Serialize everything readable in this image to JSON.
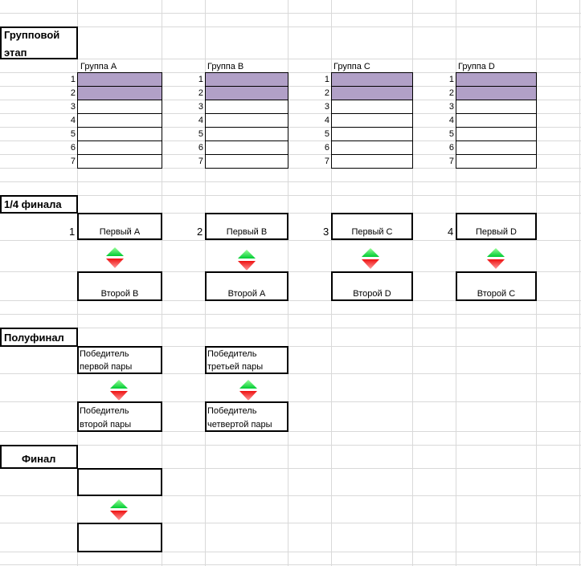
{
  "colors": {
    "highlight": "#b1a0c7",
    "arrow_up": "#00cc33",
    "arrow_down": "#ee1111",
    "gridline": "#d9d9d9"
  },
  "sections": {
    "group_stage": "Групповой этап",
    "quarterfinal": "1/4 финала",
    "semifinal": "Полуфинал",
    "final": "Финал"
  },
  "groups": [
    {
      "label": "Группа A",
      "rows": [
        "1",
        "2",
        "3",
        "4",
        "5",
        "6",
        "7"
      ],
      "highlighted": 2
    },
    {
      "label": "Группа B",
      "rows": [
        "1",
        "2",
        "3",
        "4",
        "5",
        "6",
        "7"
      ],
      "highlighted": 2
    },
    {
      "label": "Группа C",
      "rows": [
        "1",
        "2",
        "3",
        "4",
        "5",
        "6",
        "7"
      ],
      "highlighted": 2
    },
    {
      "label": "Группа D",
      "rows": [
        "1",
        "2",
        "3",
        "4",
        "5",
        "6",
        "7"
      ],
      "highlighted": 2
    }
  ],
  "quarterfinals": [
    {
      "num": "1",
      "top": "Первый A",
      "bottom": "Второй B"
    },
    {
      "num": "2",
      "top": "Первый B",
      "bottom": "Второй A"
    },
    {
      "num": "3",
      "top": "Первый C",
      "bottom": "Второй D"
    },
    {
      "num": "4",
      "top": "Первый D",
      "bottom": "Второй C"
    }
  ],
  "semifinals": [
    {
      "top_line1": "Победитель",
      "top_line2": "первой пары",
      "bottom_line1": "Победитель",
      "bottom_line2": "второй пары"
    },
    {
      "top_line1": "Победитель",
      "top_line2": "третьей пары",
      "bottom_line1": "Победитель",
      "bottom_line2": "четвертой пары"
    }
  ],
  "final_match": {
    "top": "",
    "bottom": ""
  },
  "icons": {
    "swap": "up-down-triangle-icon"
  }
}
